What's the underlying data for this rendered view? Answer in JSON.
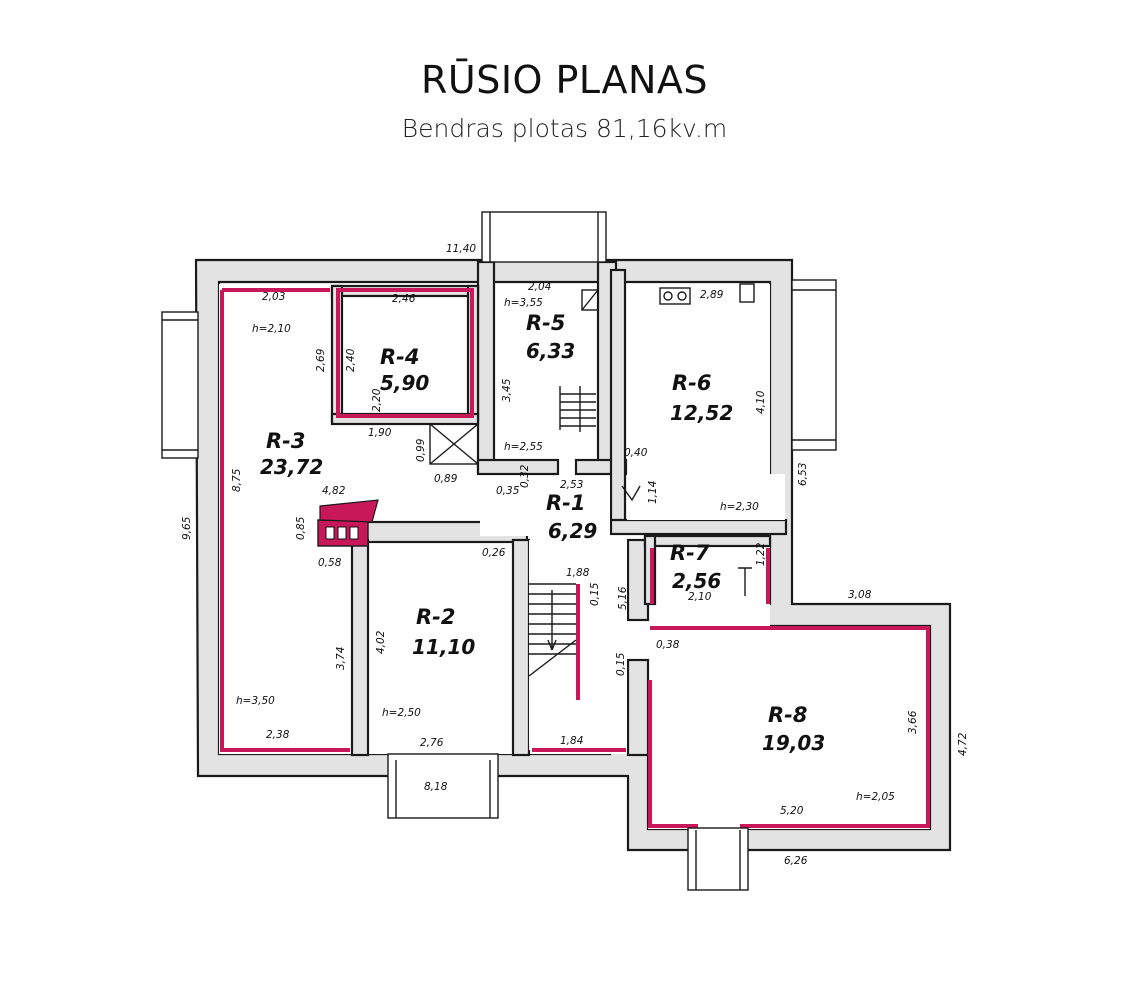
{
  "title": "RŪSIO PLANAS",
  "subtitle": "Bendras plotas 81,16kv.m",
  "rooms": [
    {
      "id": "R-1",
      "area": "6,29"
    },
    {
      "id": "R-2",
      "area": "11,10"
    },
    {
      "id": "R-3",
      "area": "23,72"
    },
    {
      "id": "R-4",
      "area": "5,90"
    },
    {
      "id": "R-5",
      "area": "6,33"
    },
    {
      "id": "R-6",
      "area": "12,52"
    },
    {
      "id": "R-7",
      "area": "2,56"
    },
    {
      "id": "R-8",
      "area": "19,03"
    }
  ],
  "dimensions": {
    "d1140": "11,40",
    "d203": "2,03",
    "d246": "2,46",
    "d204": "2,04",
    "d289": "2,89",
    "h210": "h=2,10",
    "h355": "h=3,55",
    "d269": "2,69",
    "d240": "2,40",
    "d220": "2,20",
    "d190": "1,90",
    "d345": "3,45",
    "d410": "4,10",
    "h255": "h=2,55",
    "d099": "0,99",
    "d089": "0,89",
    "d040": "0,40",
    "d875": "8,75",
    "d965": "9,65",
    "d482": "4,82",
    "d035": "0,35",
    "d032": "0,32",
    "d253": "2,53",
    "d114": "1,14",
    "d653": "6,53",
    "h230": "h=2,30",
    "d085": "0,85",
    "d058": "0,58",
    "d026": "0,26",
    "d122": "1,22",
    "d188": "1,88",
    "d015a": "0,15",
    "d516": "5,16",
    "d210": "2,10",
    "d308": "3,08",
    "d038": "0,38",
    "d374": "3,74",
    "d402": "4,02",
    "d015b": "0,15",
    "d366": "3,66",
    "d472": "4,72",
    "h350": "h=3,50",
    "h250": "h=2,50",
    "d238": "2,38",
    "d276": "2,76",
    "d184": "1,84",
    "d818": "8,18",
    "d520": "5,20",
    "h205": "h=2,05",
    "d626": "6,26"
  }
}
